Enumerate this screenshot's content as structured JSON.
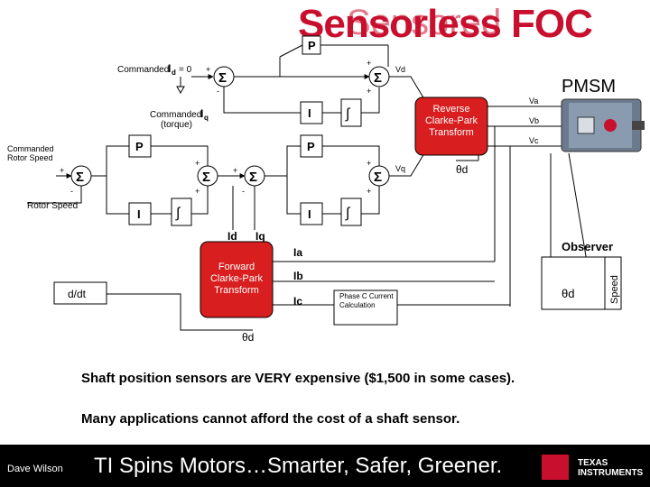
{
  "slide": {
    "title_main": "Sensorless FOC",
    "title_overlay": "Sensored",
    "note_1": "Shaft position sensors are VERY expensive ($1,500 in some cases).",
    "note_2": "Many applications cannot afford the cost of a shaft sensor.",
    "footer": {
      "author": "Dave Wilson",
      "slogan": "TI Spins Motors…Smarter, Safer, Greener.",
      "brand_line1": "TEXAS",
      "brand_line2": "INSTRUMENTS"
    }
  },
  "diagram": {
    "p_top_label": "P",
    "commanded_id": "Commanded",
    "id_sym": "I",
    "id_sub": "d",
    "id_eq": "= 0",
    "commanded_iq": "Commanded",
    "iq_sym": "I",
    "iq_sub": "q",
    "torque": "(torque)",
    "commanded_speed": "Commanded Rotor Speed",
    "rotor_speed": "Rotor Speed",
    "p_label": "P",
    "i_label": "I",
    "integral": "∫",
    "sigma": "Σ",
    "vd": "Vd",
    "vq": "Vq",
    "va": "Va",
    "vb": "Vb",
    "vc": "Vc",
    "pmsm": "PMSM",
    "reverse_clarke_park": "Reverse Clarke-Park Transform",
    "forward_clarke_park": "Forward Clarke-Park Transform",
    "theta_d": "θd",
    "ddt": "d/dt",
    "ia": "Ia",
    "ib": "Ib",
    "ic": "Ic",
    "phase_c": "Phase C Current Calculation",
    "observer": "Observer",
    "speed": "Speed",
    "id_fb": "Id",
    "iq_fb": "Iq",
    "plus": "+",
    "minus": "-"
  },
  "colors": {
    "title": "#c8102e",
    "transform_fill": "#d81e1e",
    "ti_red": "#c8102e",
    "block_fill": "#ffffff",
    "footer_bg": "#000000"
  }
}
